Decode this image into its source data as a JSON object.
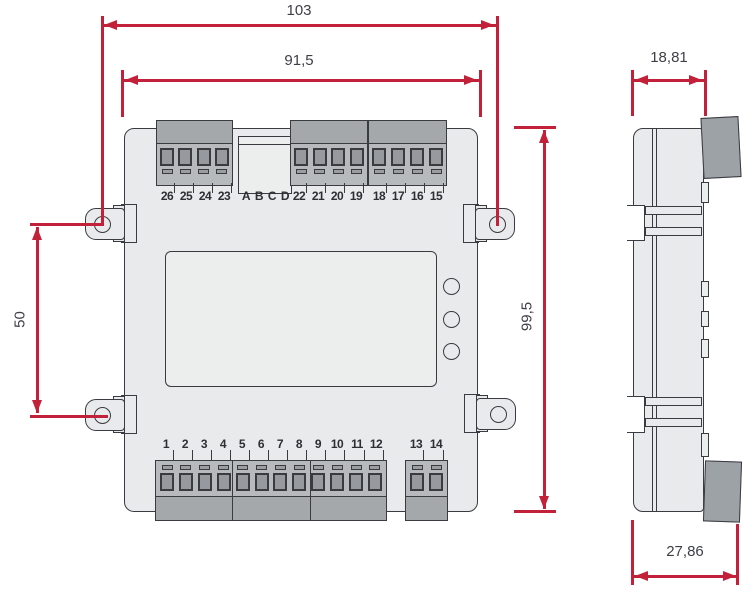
{
  "drawing": {
    "dimensions": {
      "overall_width_mm": "103",
      "body_width_mm": "91,5",
      "mounting_hole_spacing_mm": "50",
      "body_height_mm": "99,5",
      "body_depth_mm": "18,81",
      "overall_depth_mm": "27,86"
    },
    "front_view": {
      "top_terminal_groups": [
        {
          "id": "left",
          "labels": [
            "26",
            "25",
            "24",
            "23"
          ]
        },
        {
          "id": "connector",
          "labels": [
            "A",
            "B",
            "C",
            "D"
          ]
        },
        {
          "id": "middle",
          "labels": [
            "22",
            "21",
            "20",
            "19"
          ]
        },
        {
          "id": "right",
          "labels": [
            "18",
            "17",
            "16",
            "15"
          ]
        }
      ],
      "bottom_terminal_groups": [
        {
          "id": "main",
          "labels": [
            "1",
            "2",
            "3",
            "4",
            "5",
            "6",
            "7",
            "8",
            "9",
            "10",
            "11",
            "12"
          ]
        },
        {
          "id": "aux",
          "labels": [
            "13",
            "14"
          ]
        }
      ],
      "side_buttons_count": 3
    },
    "colors": {
      "dimension_red": "#c32139",
      "outline": "#3a3a41",
      "body_gray": "#e9eaeb",
      "block_dark_gray": "#a4a8ab",
      "block_mid_gray": "#b7babd"
    }
  }
}
